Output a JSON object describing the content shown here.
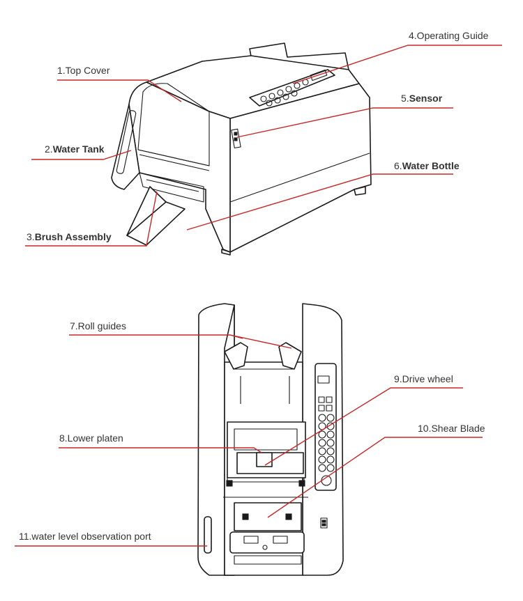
{
  "colors": {
    "leader": "#c62828",
    "ink": "#1a1a1a",
    "label": "#333333"
  },
  "labels": {
    "top_cover": "1.Top Cover",
    "water_tank_num": "2.",
    "water_tank_name": "Water Tank",
    "brush_assembly_num": "3.",
    "brush_assembly_name": "Brush Assembly",
    "operating_guide": "4.Operating Guide",
    "sensor_num": "5.",
    "sensor_name": "Sensor",
    "water_bottle_num": "6.",
    "water_bottle_name": "Water Bottle",
    "roll_guides": "7.Roll guides",
    "lower_platen": "8.Lower platen",
    "drive_wheel": "9.Drive wheel",
    "shear_blade": "10.Shear Blade",
    "water_level_port": "11.water level observation port"
  }
}
